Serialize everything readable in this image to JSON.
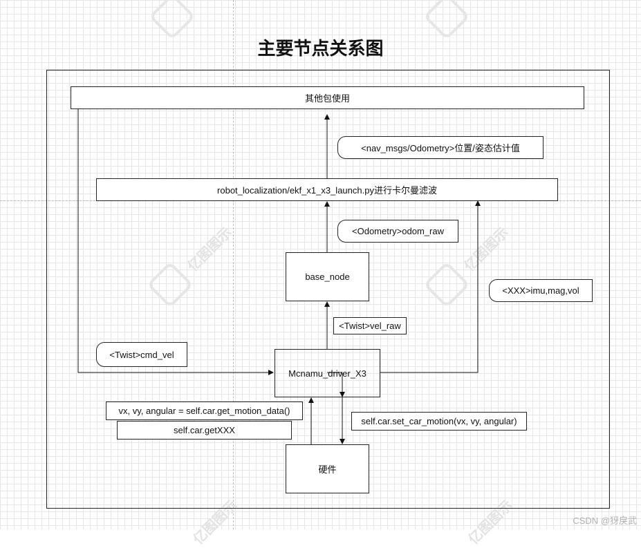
{
  "title": "主要节点关系图",
  "nodes": {
    "other_pkg": "其他包使用",
    "robot_loc": "robot_localization/ekf_x1_x3_launch.py进行卡尔曼滤波",
    "base_node": "base_node",
    "driver": "Mcnamu_driver_X3",
    "hardware": "硬件"
  },
  "labels": {
    "nav_msgs": "<nav_msgs/Odometry>位置/姿态估计值",
    "odom_raw": "<Odometry>odom_raw",
    "imu": "<XXX>imu,mag,vol",
    "twist_vel_raw": "<Twist>vel_raw",
    "cmd_vel": "<Twist>cmd_vel",
    "get_motion": "vx, vy, angular = self.car.get_motion_data()",
    "get_xxx": "self.car.getXXX",
    "set_motion": "self.car.set_car_motion(vx, vy, angular)"
  },
  "watermark": "亿图图示",
  "footer": "CSDN @犽戾武"
}
